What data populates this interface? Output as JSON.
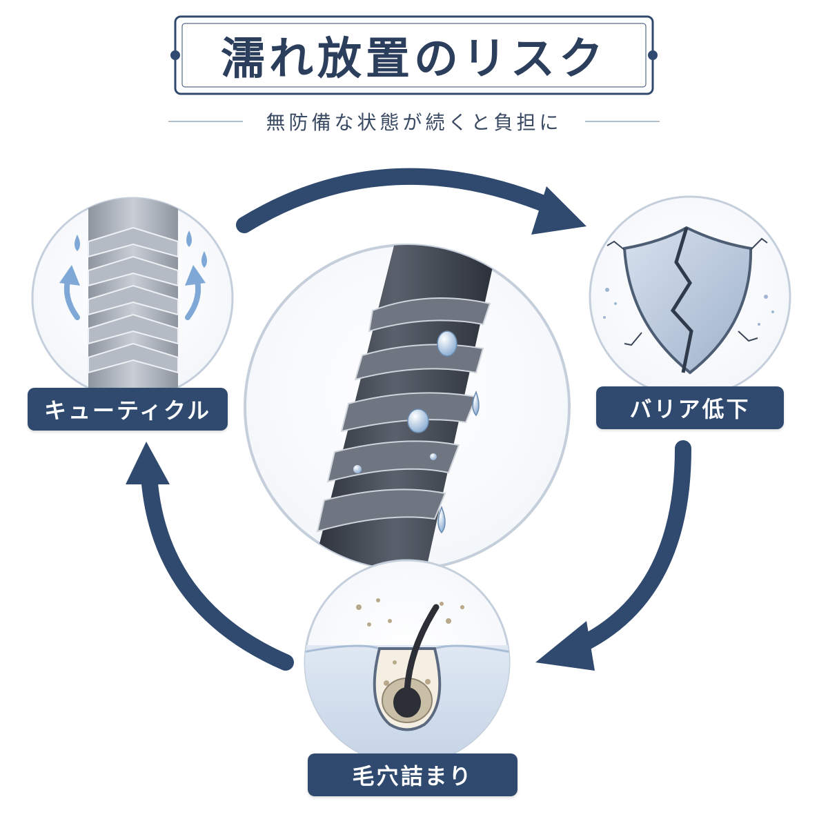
{
  "title": "濡れ放置のリスク",
  "subtitle": "無防備な状態が続くと負担に",
  "nodes": {
    "cuticle": "キューティクル",
    "barrier": "バリア低下",
    "pore": "毛穴詰まり"
  },
  "colors": {
    "primary": "#2f4a6e",
    "title_text": "#2b3e5c",
    "circle_stroke": "#c5cfdc",
    "hair_dark": "#3d4450",
    "shield": "#a9b9cf",
    "water": "#7fa8d6"
  },
  "icons": {
    "cuticle": "hair-cuticle-scales-icon",
    "center": "wet-damaged-hair-strand-icon",
    "barrier": "cracked-shield-icon",
    "pore": "clogged-hair-follicle-icon"
  }
}
